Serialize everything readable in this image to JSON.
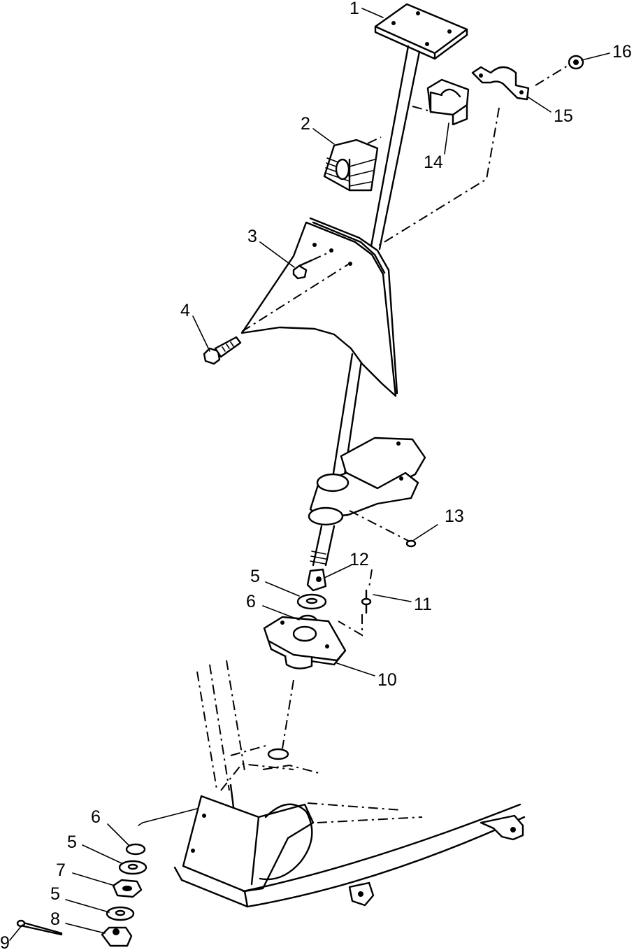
{
  "callouts": [
    {
      "id": "1",
      "text": "1"
    },
    {
      "id": "2",
      "text": "2"
    },
    {
      "id": "3",
      "text": "3"
    },
    {
      "id": "4",
      "text": "4"
    },
    {
      "id": "5a",
      "text": "5"
    },
    {
      "id": "6a",
      "text": "6"
    },
    {
      "id": "5b",
      "text": "5"
    },
    {
      "id": "6b",
      "text": "6"
    },
    {
      "id": "7",
      "text": "7"
    },
    {
      "id": "5c",
      "text": "5"
    },
    {
      "id": "8",
      "text": "8"
    },
    {
      "id": "9",
      "text": "9"
    },
    {
      "id": "10",
      "text": "10"
    },
    {
      "id": "11",
      "text": "11"
    },
    {
      "id": "12",
      "text": "12"
    },
    {
      "id": "13",
      "text": "13"
    },
    {
      "id": "14",
      "text": "14"
    },
    {
      "id": "15",
      "text": "15"
    },
    {
      "id": "16",
      "text": "16"
    }
  ]
}
